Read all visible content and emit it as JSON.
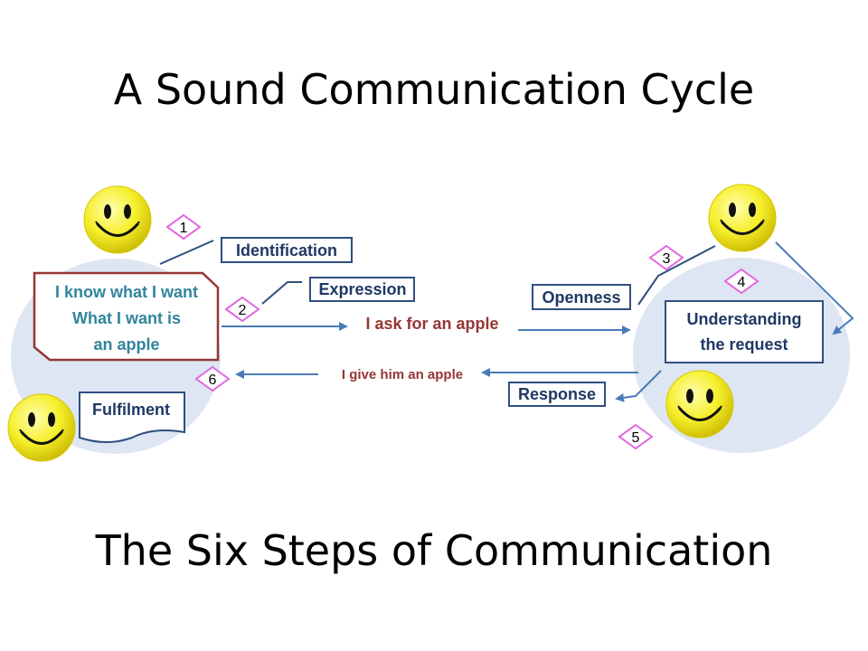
{
  "title": "A Sound Communication Cycle",
  "subtitle": "The Six Steps of Communication",
  "steps": [
    "1",
    "2",
    "3",
    "4",
    "5",
    "6"
  ],
  "labels": {
    "identification": "Identification",
    "expression": "Expression",
    "openness": "Openness",
    "understanding_line1": "Understanding",
    "understanding_line2": "the request",
    "response": "Response",
    "fulfilment": "Fulfilment"
  },
  "thought": [
    "I know what I want",
    "What I want is",
    "an apple"
  ],
  "messages": {
    "ask": "I ask for an apple",
    "give": "I give him an apple"
  },
  "colors": {
    "box_border": "#2f4f7f",
    "box_text": "#1f3864",
    "thought_text": "#31859c",
    "thought_border": "#943634",
    "message_text": "#943634",
    "diamond_border": "#e066e0",
    "circle_fill": "#dfe7f3",
    "arrow": "#4a7bb7"
  },
  "icons": [
    "smiley-icon"
  ]
}
